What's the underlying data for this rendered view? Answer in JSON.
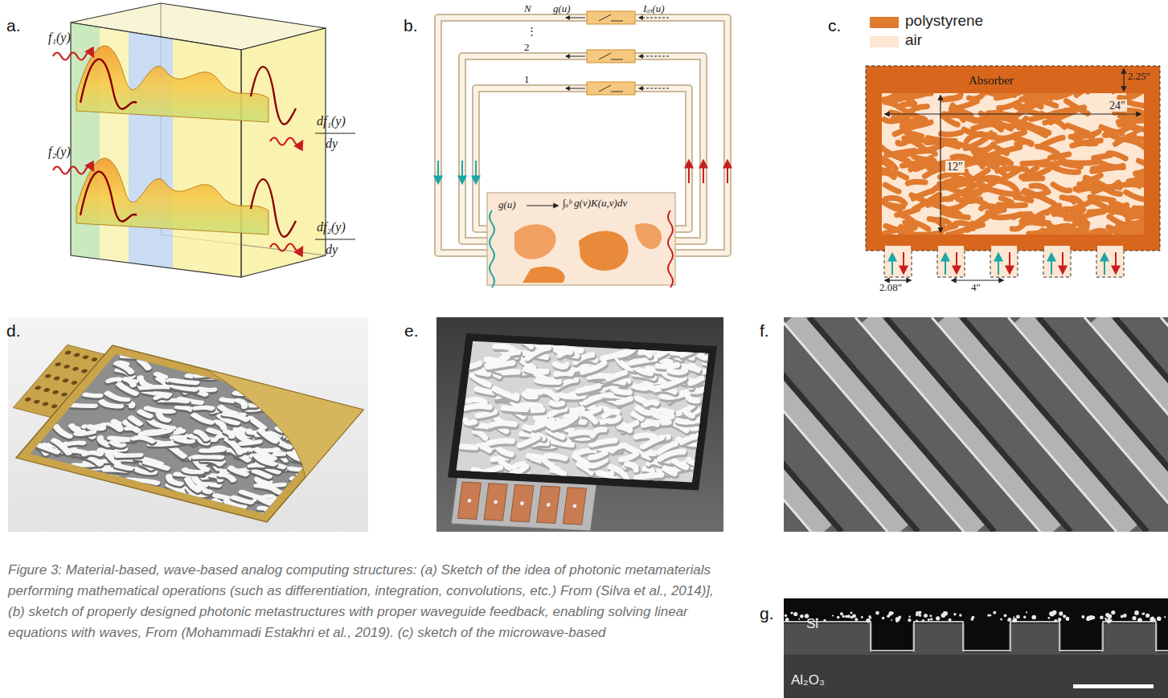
{
  "diagram": {
    "caption": "Figure 3: Material-based, wave-based analog computing structures: (a) Sketch of the idea of photonic metamaterials performing mathematical operations (such as differentiation, integration, convolutions, etc.) From (Silva et al., 2014)], (b) sketch of properly designed photonic metastructures with proper waveguide feedback, enabling solving linear equations with waves, From (Mohammadi Estakhri et al., 2019). (c) sketch of the microwave-based",
    "labels": [
      "a.",
      "b.",
      "c.",
      "d.",
      "e.",
      "f.",
      "g.",
      "f₁(y)",
      "f₂(y)",
      "df₁(y)",
      "dy",
      "df₂(y)",
      "dy",
      "N",
      "⋮",
      "2",
      "1",
      "g(u)",
      "Iᵢₙ(u)",
      "g(u)",
      "∫ₐᵇ g(v)K(u,v)dv",
      "Absorber",
      "2.25″",
      "24″",
      "12″",
      "2.08″",
      "4″",
      "Si",
      "Al₂O₃"
    ],
    "legend": [
      {
        "text": "polystyrene",
        "color": "#e07a2e"
      },
      {
        "text": "air",
        "color": "#fde6d2"
      }
    ]
  }
}
